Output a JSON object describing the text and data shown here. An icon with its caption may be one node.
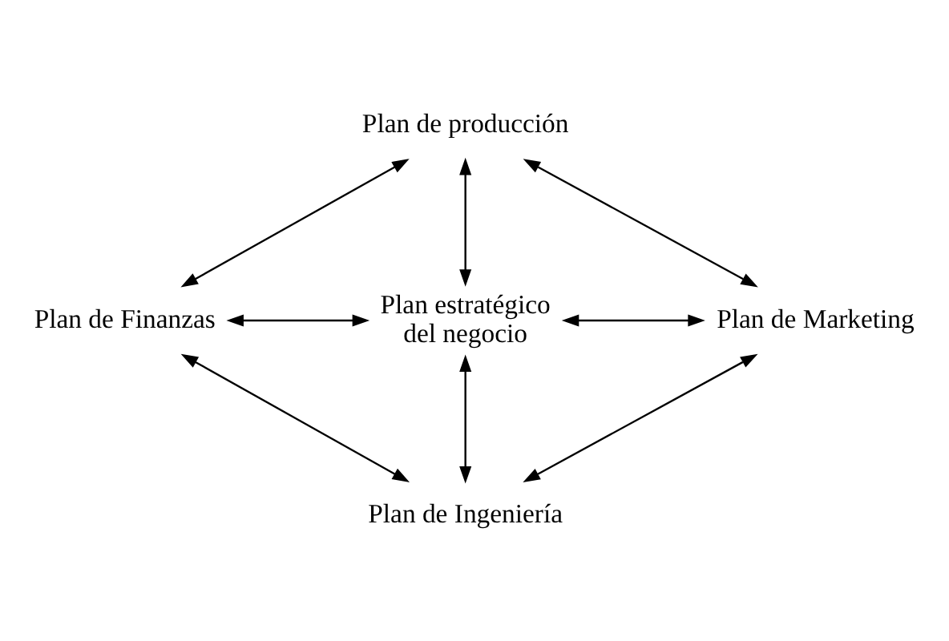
{
  "diagram": {
    "nodes": [
      {
        "text": [
          "Plan de producción"
        ]
      },
      {
        "text": [
          "Plan de Finanzas"
        ]
      },
      {
        "text": [
          "Plan estratégico del negocio"
        ]
      },
      {
        "text": [
          "Plan de Marketing"
        ]
      },
      {
        "text": [
          "Plan de Ingeniería"
        ]
      }
    ],
    "edges": [
      {
        "from": 0,
        "to": 2,
        "arrow": "both"
      },
      {
        "from": 1,
        "to": 2,
        "arrow": "both"
      },
      {
        "from": 2,
        "to": 3,
        "arrow": "both"
      },
      {
        "from": 2,
        "to": 4,
        "arrow": "both"
      },
      {
        "from": 0,
        "to": 1,
        "arrow": "both"
      },
      {
        "from": 0,
        "to": 3,
        "arrow": "both"
      },
      {
        "from": 1,
        "to": 4,
        "arrow": "both"
      },
      {
        "from": 3,
        "to": 4,
        "arrow": "both"
      }
    ]
  }
}
